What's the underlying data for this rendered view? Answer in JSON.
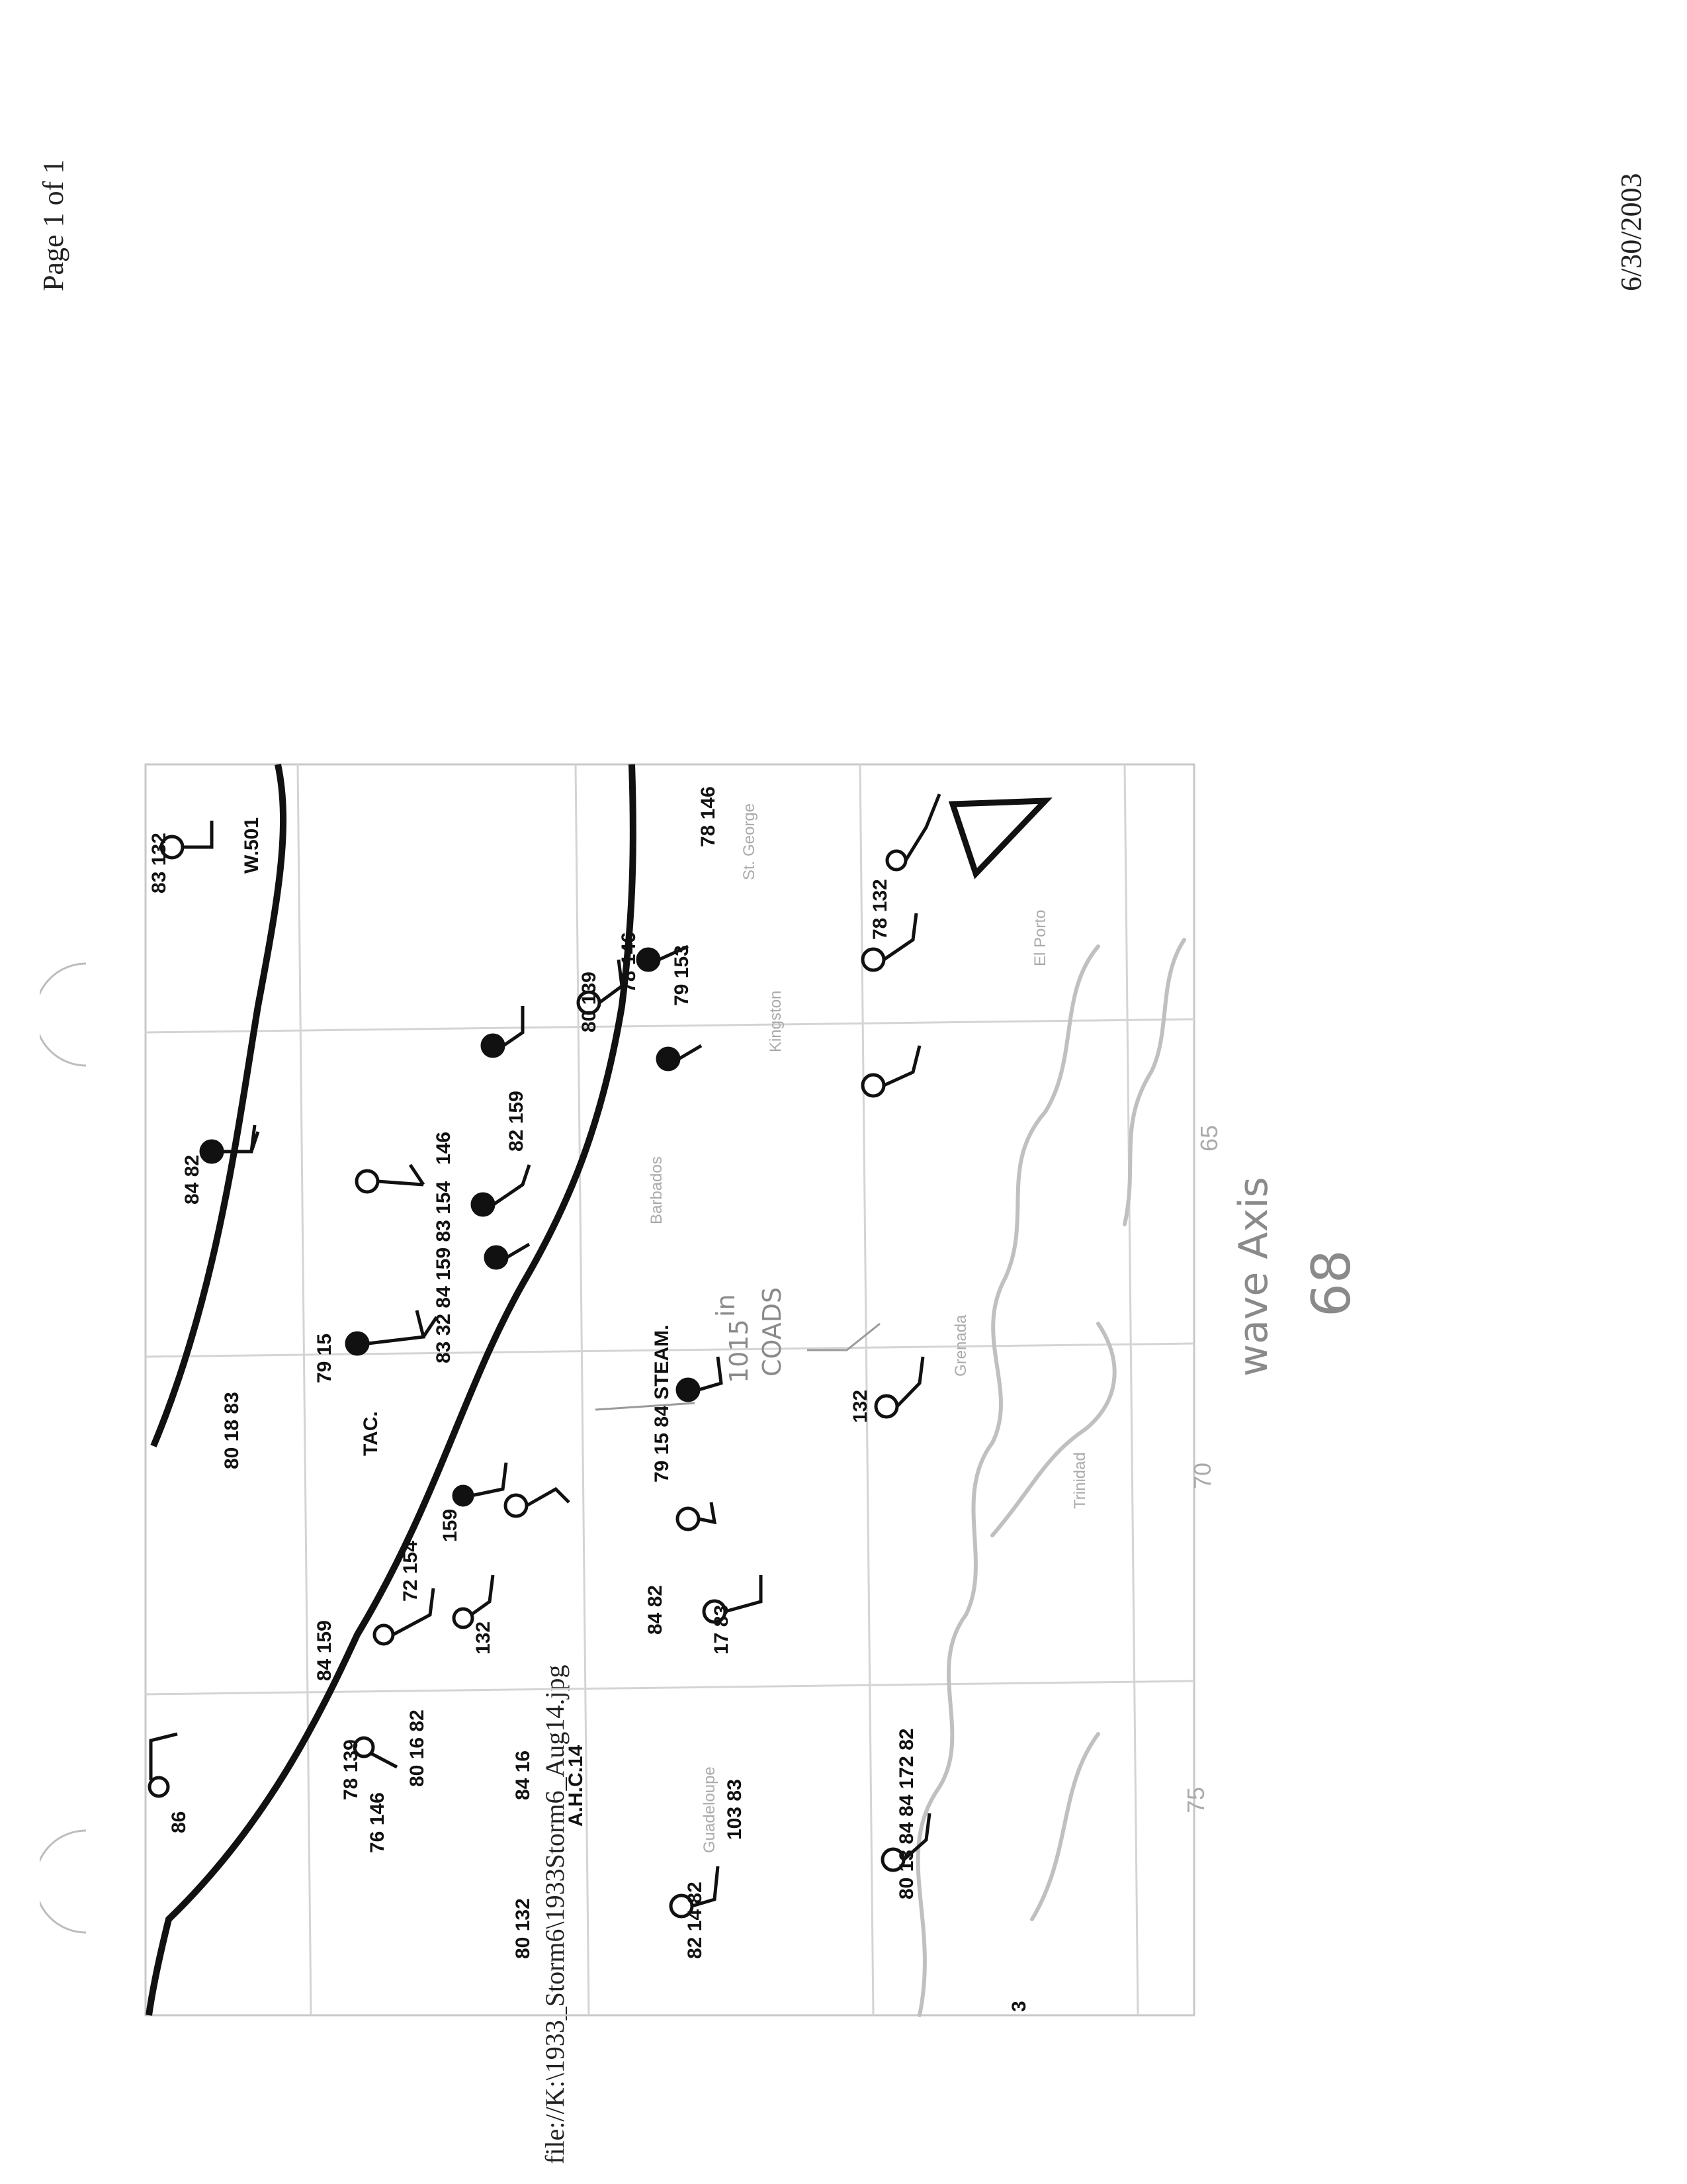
{
  "header": {
    "page": "Page 1 of 1",
    "date": "6/30/2003"
  },
  "footer": {
    "file_path": "file://K:\\1933_Storm6\\1933Storm6_Aug14.jpg"
  },
  "annotations": {
    "wave_axis": "wave Axis",
    "map_number": "68",
    "coads_note": "1015 in COADS",
    "pressure_labels": [
      "1015",
      "in",
      "COADS"
    ]
  },
  "longitude_labels": [
    "75",
    "70",
    "65"
  ],
  "map_places": [
    "Kingston",
    "Guadeloupe",
    "St. George",
    "El Porto",
    "Barbados",
    "Grenada",
    "Trinidad"
  ],
  "station_labels": [
    {
      "id": "s1",
      "text": "86"
    },
    {
      "id": "s2",
      "text": "78 139"
    },
    {
      "id": "s3",
      "text": "84 159"
    },
    {
      "id": "s4",
      "text": "80 18 83"
    },
    {
      "id": "s5",
      "text": "79 15"
    },
    {
      "id": "s6",
      "text": "TAC."
    },
    {
      "id": "s7",
      "text": "84 82"
    },
    {
      "id": "s8",
      "text": "83 132"
    },
    {
      "id": "s9",
      "text": "W.501"
    },
    {
      "id": "s10",
      "text": "76 146"
    },
    {
      "id": "s11",
      "text": "80 16 82"
    },
    {
      "id": "s12",
      "text": "72 154"
    },
    {
      "id": "s13",
      "text": "159"
    },
    {
      "id": "s14",
      "text": "132"
    },
    {
      "id": "s15",
      "text": "84 16"
    },
    {
      "id": "s16",
      "text": "A.H.C.14"
    },
    {
      "id": "s17",
      "text": "80 132"
    },
    {
      "id": "s18",
      "text": "84 82"
    },
    {
      "id": "s19",
      "text": "17 83"
    },
    {
      "id": "s20",
      "text": "79 15 84 STEAM."
    },
    {
      "id": "s21",
      "text": "83 32 84 159 83 154"
    },
    {
      "id": "s22",
      "text": "146"
    },
    {
      "id": "s23",
      "text": "82 159"
    },
    {
      "id": "s24",
      "text": "80 139"
    },
    {
      "id": "s25",
      "text": "78 146"
    },
    {
      "id": "s26",
      "text": "79 153"
    },
    {
      "id": "s27",
      "text": "78 146"
    },
    {
      "id": "s28",
      "text": "78 132"
    },
    {
      "id": "s29",
      "text": "132"
    },
    {
      "id": "s30",
      "text": "82 14 82"
    },
    {
      "id": "s31",
      "text": "103 83"
    },
    {
      "id": "s32",
      "text": "80 13 84 84 172 82"
    },
    {
      "id": "s33",
      "text": "3"
    }
  ]
}
